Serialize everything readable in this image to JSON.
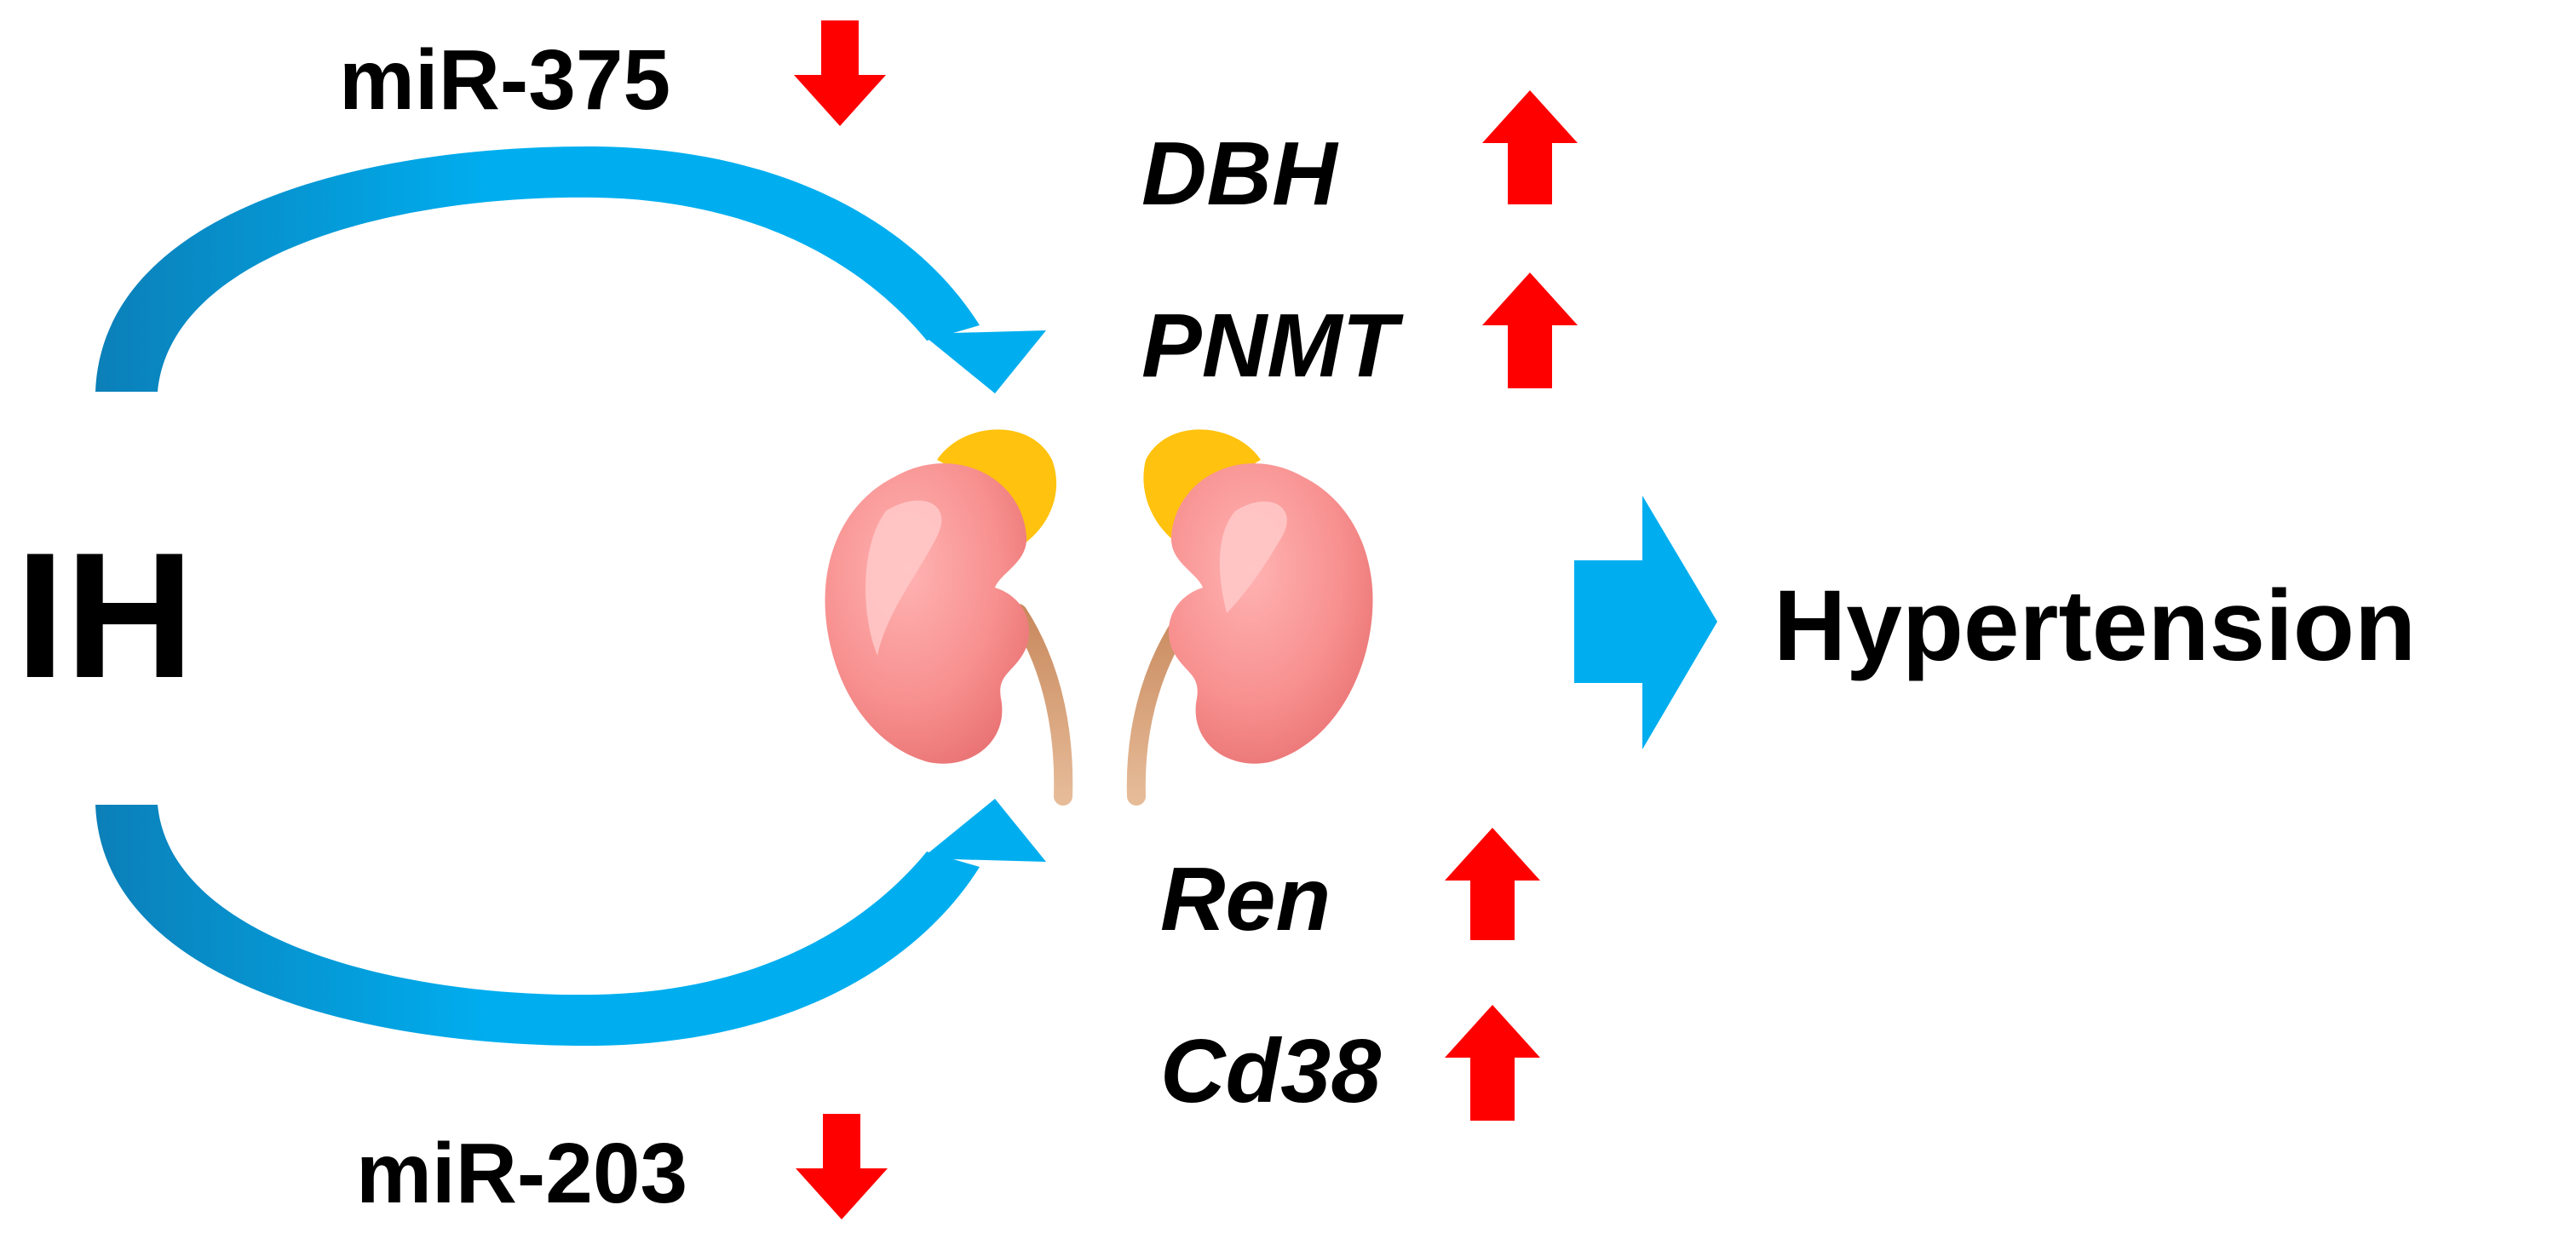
{
  "diagram": {
    "source_label": "IH",
    "outcome_label": "Hypertension",
    "upper_pathway": {
      "mirna": "miR-375",
      "direction": "down"
    },
    "lower_pathway": {
      "mirna": "miR-203",
      "direction": "down"
    },
    "genes": [
      {
        "name": "DBH",
        "direction": "up"
      },
      {
        "name": "PNMT",
        "direction": "up"
      },
      {
        "name": "Ren",
        "direction": "up"
      },
      {
        "name": "Cd38",
        "direction": "up"
      }
    ],
    "colors": {
      "flow_arrow": "#00aeef",
      "flow_arrow_dark": "#0b7fb8",
      "change_arrow": "#ff0000",
      "kidney": "#f58b8b",
      "kidney_highlight": "#ffc4c4",
      "adrenal_gland": "#ffc20e",
      "ureter": "#d9a57f",
      "text": "#000000"
    },
    "icons": [
      "kidney-icon",
      "adrenal-gland-icon",
      "down-arrow-icon",
      "up-arrow-icon"
    ]
  }
}
